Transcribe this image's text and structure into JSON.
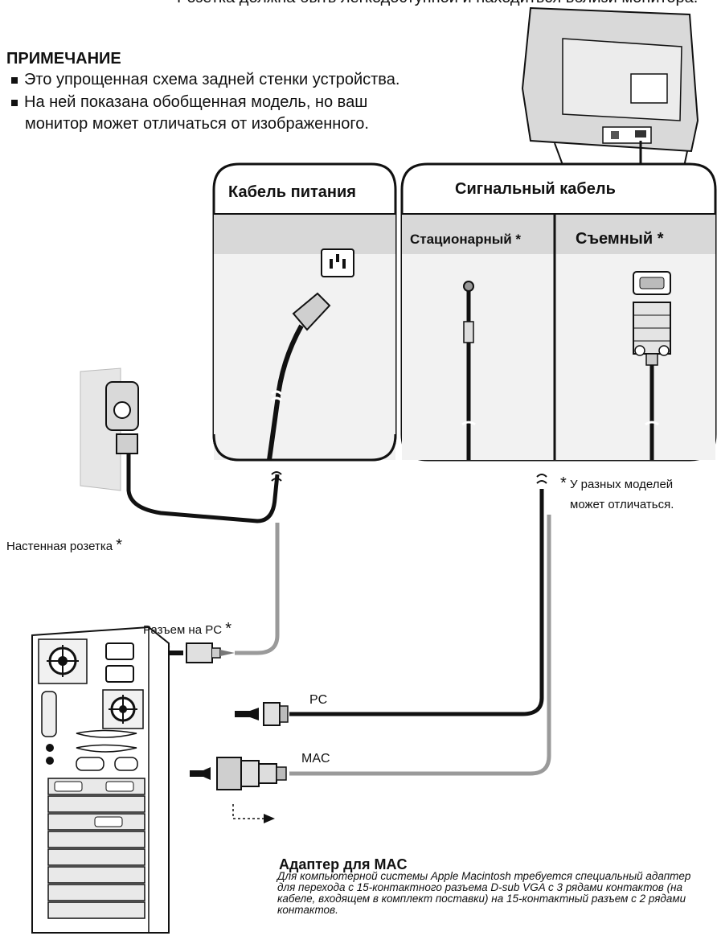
{
  "header": {
    "cut_line": "Розетка должна быть легкодоступной и находиться вблизи монитора."
  },
  "note": {
    "title": "ПРИМЕЧАНИЕ",
    "items": [
      "Это упрощенная схема задней стенки устройства.",
      "На ней показана обобщенная модель, но ваш",
      "монитор может отличаться от изображенного."
    ]
  },
  "panels": {
    "power": {
      "title": "Кабель питания"
    },
    "signal": {
      "title": "Сигнальный кабель",
      "fixed": "Стационарный",
      "detachable": "Съемный",
      "asterisk": "*"
    }
  },
  "labels": {
    "footnote_star": "*",
    "footnote_line1": "У разных моделей",
    "footnote_line2": "может отличаться.",
    "wall_outlet": "Настенная розетка",
    "pc_socket": "Разъем на PC",
    "pc": "PC",
    "mac": "MAC"
  },
  "adapter": {
    "title": "Адаптер для MAC",
    "description": "Для компьютерной системы Apple Macintosh требуется специальный адаптер для перехода с 15-контактного разъема D-sub VGA с 3 рядами контактов (на кабеле, входящем в комплект поставки) на 15-контактный разъем с 2 рядами контактов."
  }
}
